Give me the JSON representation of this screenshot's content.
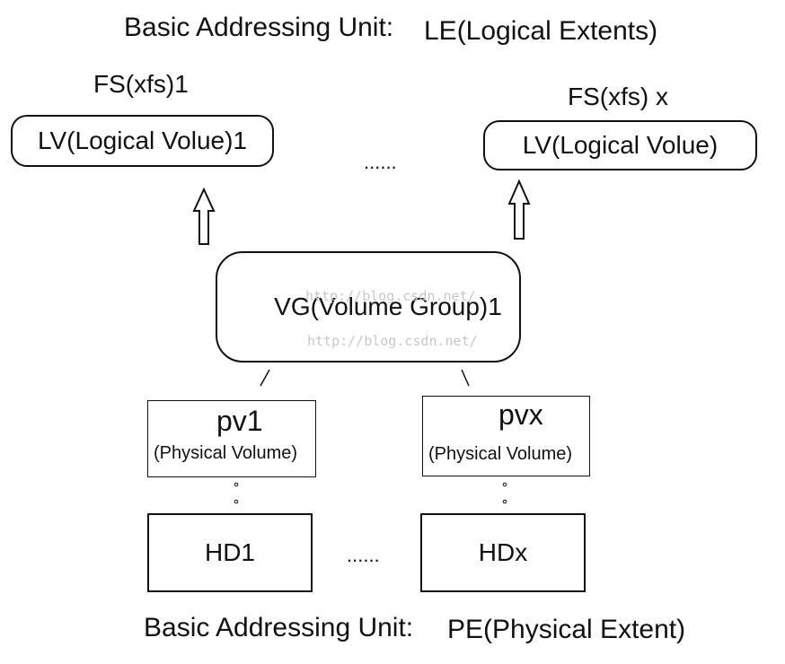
{
  "top_caption": {
    "prefix": "Basic Addressing Unit:",
    "unit": "LE(Logical Extents)"
  },
  "bottom_caption": {
    "prefix": "Basic Addressing Unit:",
    "unit": "PE(Physical Extent)"
  },
  "filesystems": [
    {
      "label": "FS(xfs)1"
    },
    {
      "label": "FS(xfs) x"
    }
  ],
  "logical_volumes": [
    {
      "label": "LV(Logical Volue)1"
    },
    {
      "label": "LV(Logical Volue)"
    }
  ],
  "lv_ellipsis": "......",
  "volume_group": {
    "label": "VG(Volume Group)1"
  },
  "physical_volumes": [
    {
      "name": "pv1",
      "desc": "(Physical Volume)"
    },
    {
      "name": "pvx",
      "desc": "(Physical Volume)"
    }
  ],
  "disks": [
    {
      "label": "HD1"
    },
    {
      "label": "HDx"
    }
  ],
  "disk_ellipsis": "......",
  "watermark": "http://blog.csdn.net/"
}
